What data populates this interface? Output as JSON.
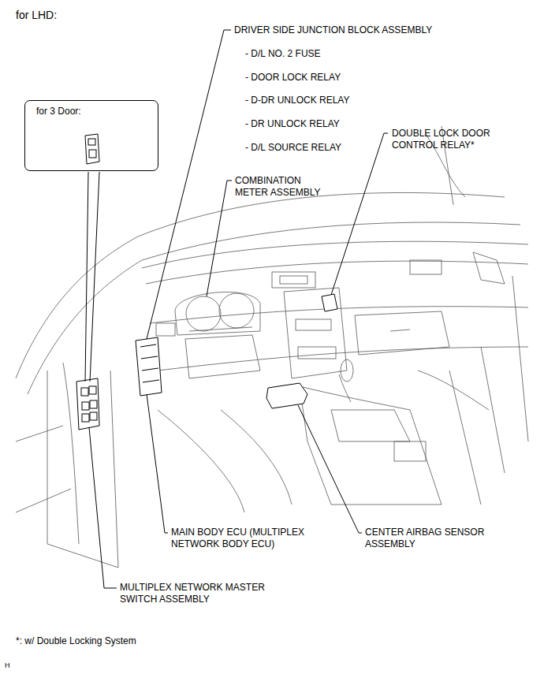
{
  "diagram": {
    "title": "for LHD:",
    "nodes": [
      {
        "text": [
          "for 3 Door:"
        ]
      }
    ],
    "labels": [
      "DRIVER SIDE JUNCTION BLOCK ASSEMBLY",
      "- D/L NO. 2 FUSE",
      "- DOOR LOCK RELAY",
      "- D-DR UNLOCK RELAY",
      "- DR UNLOCK RELAY",
      "- D/L SOURCE RELAY",
      "DOUBLE LOCK DOOR CONTROL RELAY*",
      "COMBINATION METER ASSEMBLY",
      "MAIN BODY ECU (MULTIPLEX NETWORK BODY ECU)",
      "CENTER AIRBAG SENSOR ASSEMBLY",
      "MULTIPLEX NETWORK MASTER SWITCH ASSEMBLY",
      "*: w/ Double Locking System",
      "H"
    ]
  }
}
